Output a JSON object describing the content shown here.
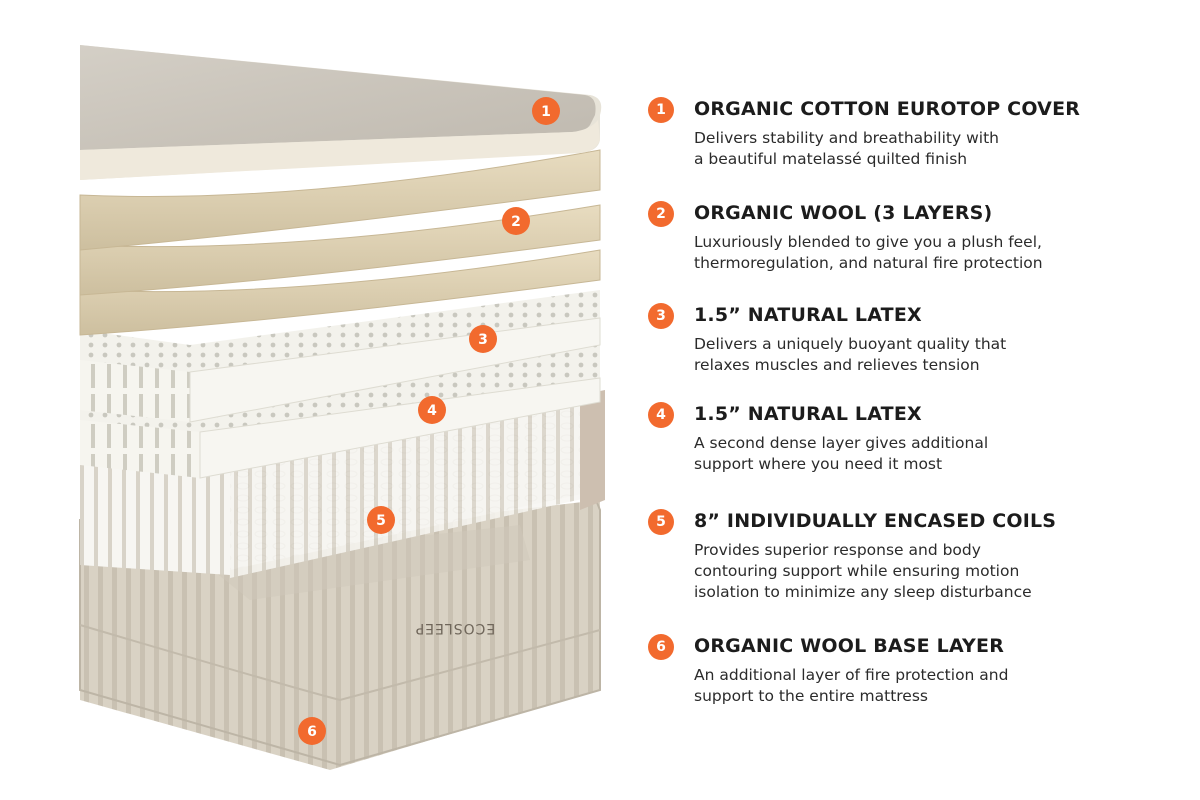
{
  "brand": "ECOSLEEP",
  "accent_color": "#f26a2e",
  "layers": [
    {
      "number": "1",
      "title": "ORGANIC COTTON EUROTOP COVER",
      "desc_lines": [
        "Delivers stability and breathability with",
        "a beautiful matelassé quilted finish"
      ]
    },
    {
      "number": "2",
      "title": "ORGANIC WOOL (3 LAYERS)",
      "desc_lines": [
        "Luxuriously blended to give you a plush feel,",
        "thermoregulation, and natural fire protection"
      ]
    },
    {
      "number": "3",
      "title": "1.5” NATURAL LATEX",
      "desc_lines": [
        "Delivers a uniquely buoyant quality that",
        "relaxes muscles and relieves tension"
      ]
    },
    {
      "number": "4",
      "title": "1.5” NATURAL LATEX",
      "desc_lines": [
        "A second dense layer gives additional",
        "support where you need it most"
      ]
    },
    {
      "number": "5",
      "title": "8” INDIVIDUALLY ENCASED COILS",
      "desc_lines": [
        "Provides superior response and body",
        "contouring support while ensuring motion",
        "isolation to minimize any sleep disturbance"
      ]
    },
    {
      "number": "6",
      "title": "ORGANIC WOOL BASE LAYER",
      "desc_lines": [
        "An additional layer of fire protection and",
        "support to the entire mattress"
      ]
    }
  ]
}
